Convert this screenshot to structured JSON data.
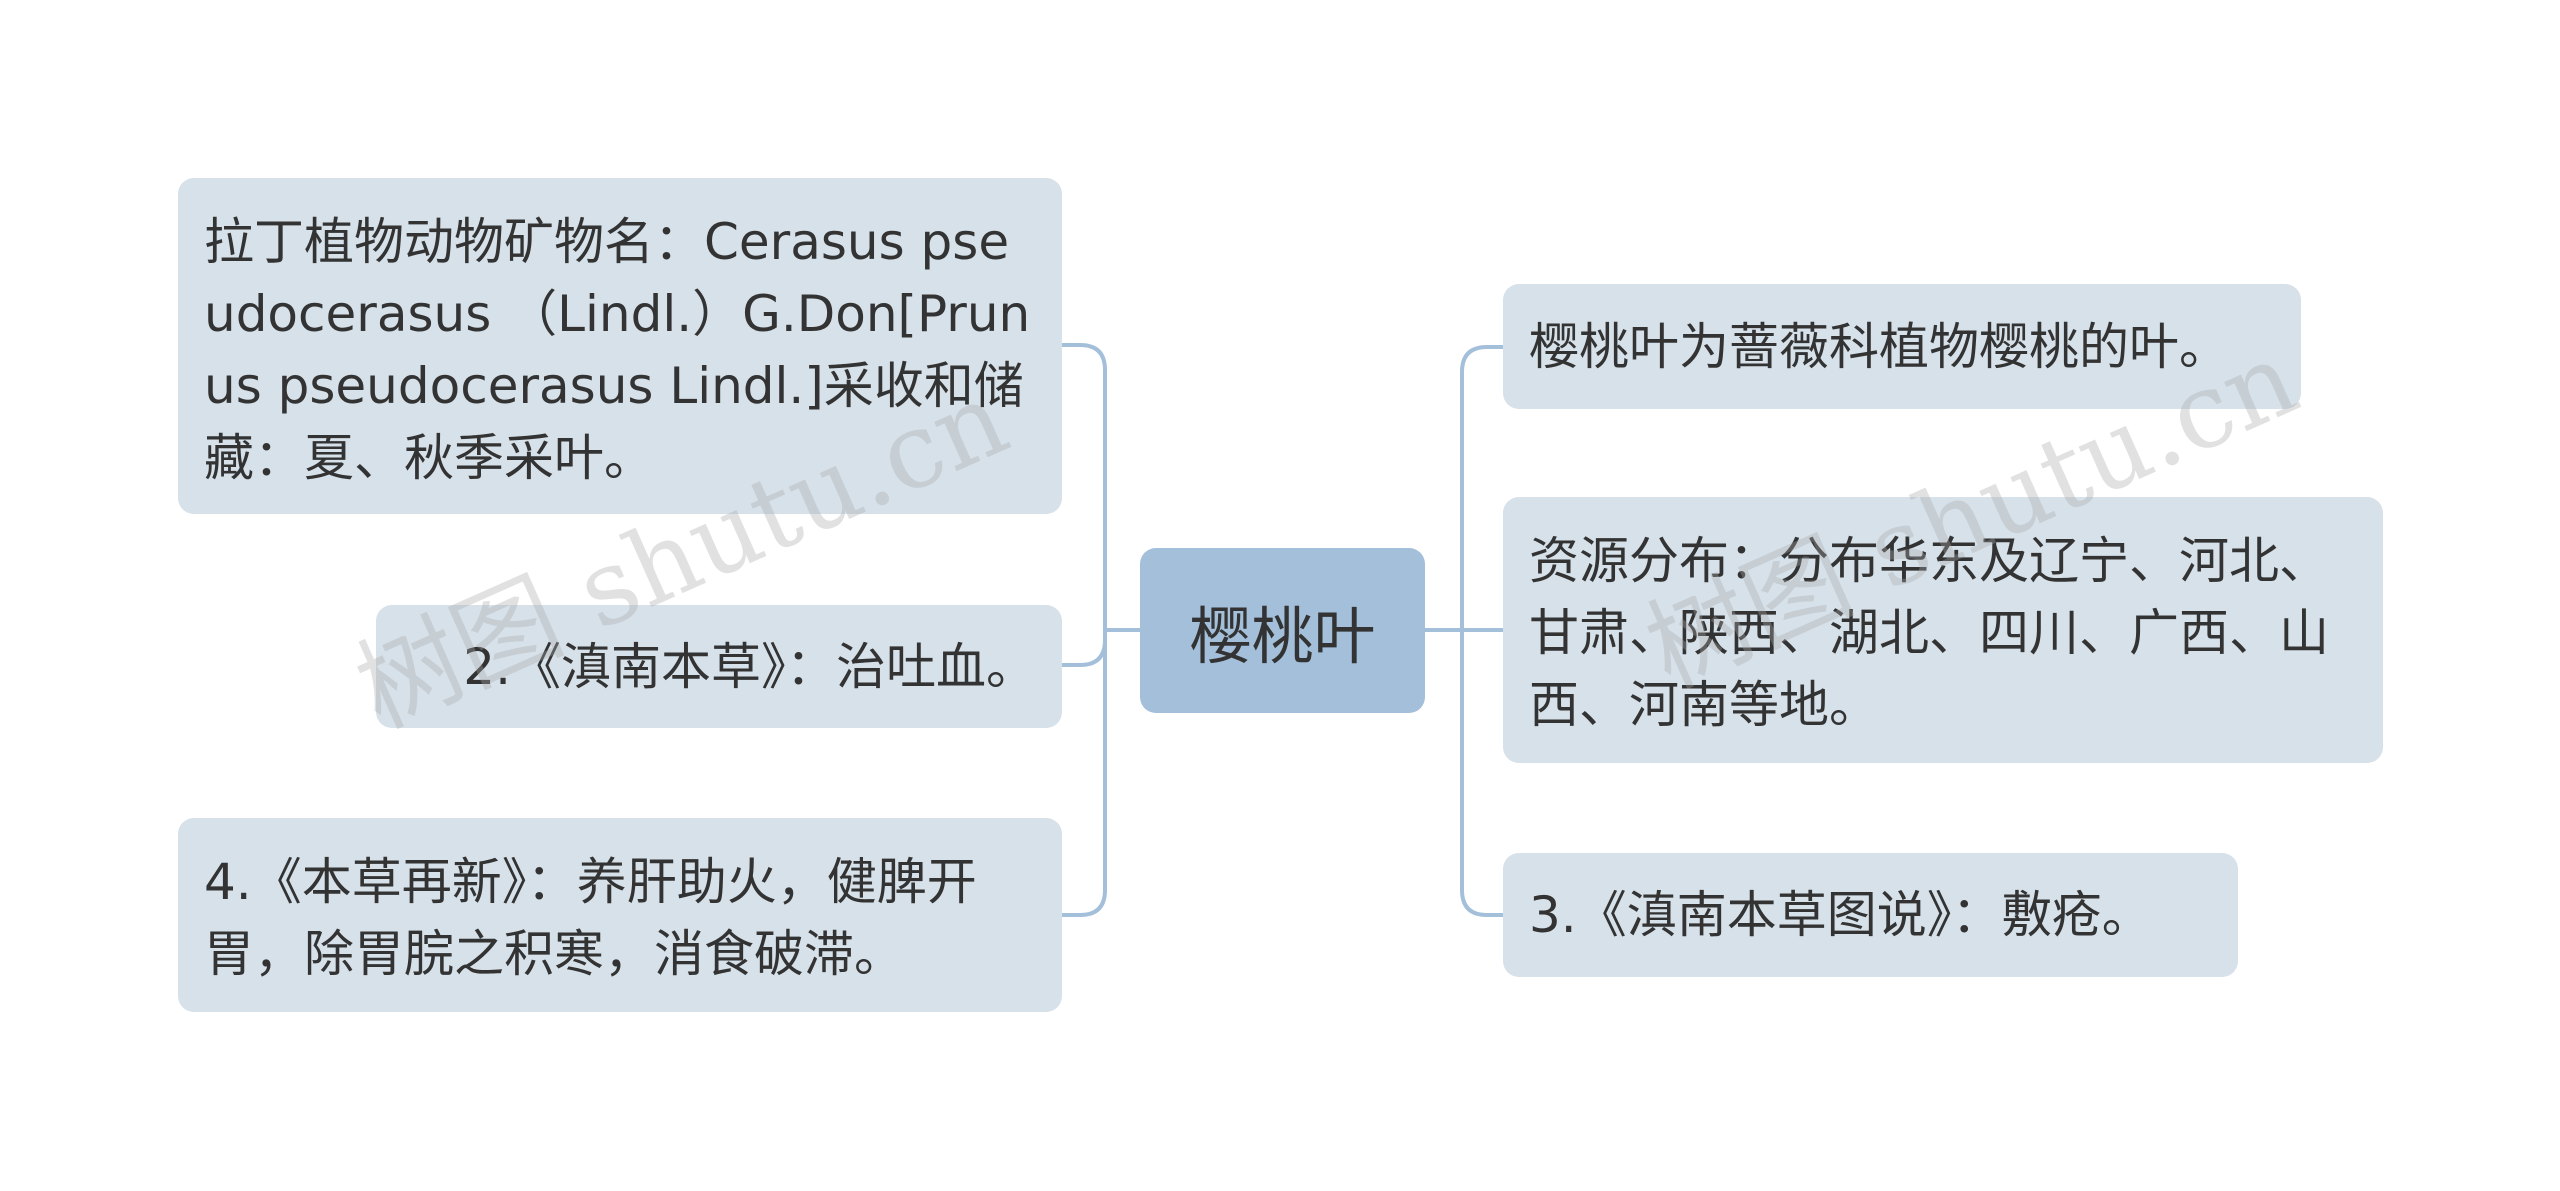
{
  "center": {
    "label": "樱桃叶"
  },
  "left_nodes": [
    {
      "text": "拉丁植物动物矿物名：Cerasus pseudocerasus （Lindl.）G.Don[Prunus pseudocerasus Lindl.]采收和储藏：夏、秋季采叶。"
    },
    {
      "text": "2.《滇南本草》：治吐血。"
    },
    {
      "text": "4.《本草再新》：养肝助火，健脾开胃，除胃脘之积寒，消食破滞。"
    }
  ],
  "right_nodes": [
    {
      "text": "樱桃叶为蔷薇科植物樱桃的叶。"
    },
    {
      "text": "资源分布：分布华东及辽宁、河北、甘肃、陕西、湖北、四川、广西、山西、河南等地。"
    },
    {
      "text": "3.《滇南本草图说》：敷疮。"
    }
  ],
  "watermarks": [
    "树图 shutu.cn",
    "树图 shutu.cn"
  ],
  "colors": {
    "node_bg": "#d6e1ea",
    "center_bg": "#a3bfda",
    "connector": "#a3bfda",
    "text": "#333333"
  }
}
